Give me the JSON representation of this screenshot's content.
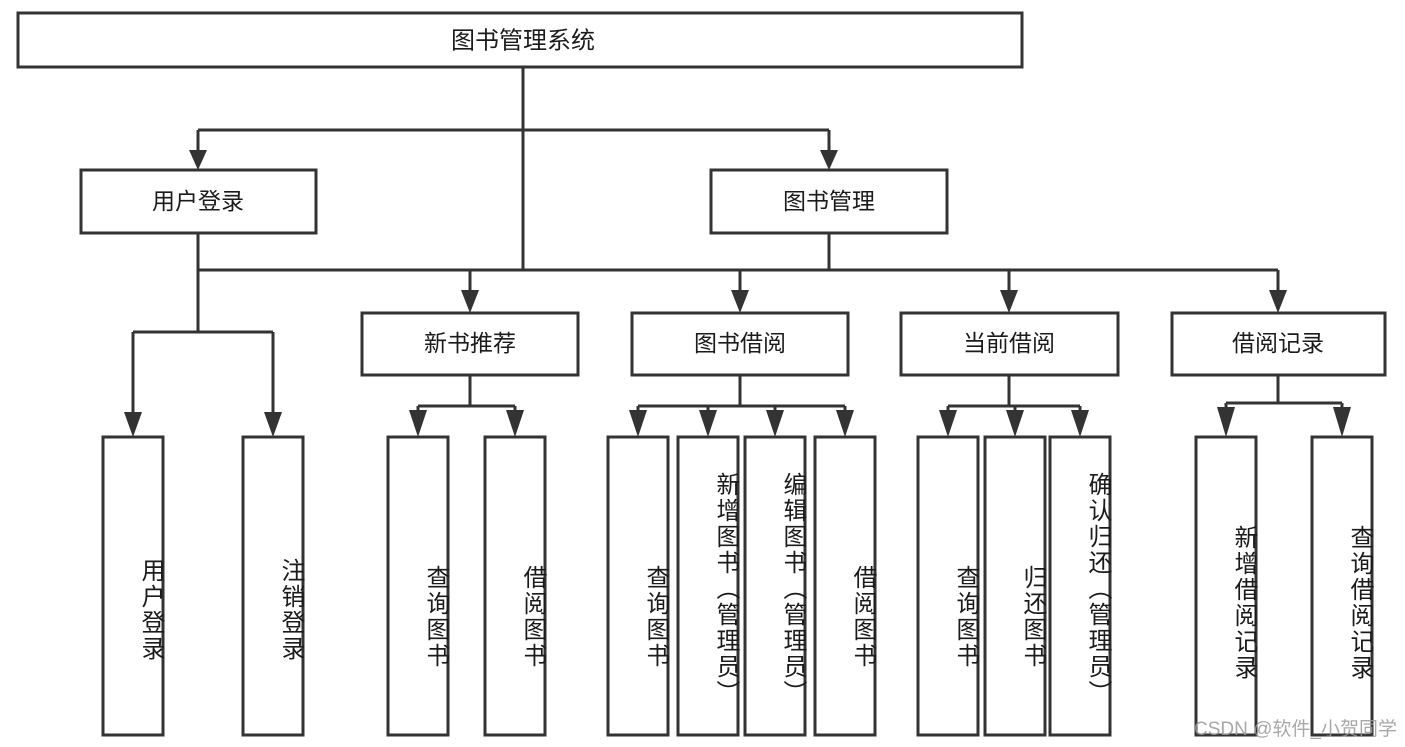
{
  "diagram": {
    "title": "图书管理系统",
    "type": "tree",
    "orientation": "top-down",
    "colors": {
      "box_fill": "#ffffff",
      "box_stroke": "#333333",
      "text": "#1b1b1b",
      "watermark": "#9a9a9a"
    },
    "levels": {
      "root": {
        "label": "图书管理系统"
      },
      "level2": [
        {
          "label": "用户登录"
        },
        {
          "label": "图书管理"
        }
      ],
      "level3": [
        {
          "label": "新书推荐"
        },
        {
          "label": "图书借阅"
        },
        {
          "label": "当前借阅"
        },
        {
          "label": "借阅记录"
        }
      ]
    },
    "groups": [
      {
        "parent": "用户登录",
        "leaves": [
          {
            "label": "用户登录"
          },
          {
            "label": "注销登录"
          }
        ]
      },
      {
        "parent": "新书推荐",
        "leaves": [
          {
            "label": "查询图书"
          },
          {
            "label": "借阅图书"
          }
        ]
      },
      {
        "parent": "图书借阅",
        "leaves": [
          {
            "label": "查询图书"
          },
          {
            "label": "新增图书（管理员）"
          },
          {
            "label": "编辑图书（管理员）"
          },
          {
            "label": "借阅图书"
          }
        ]
      },
      {
        "parent": "当前借阅",
        "leaves": [
          {
            "label": "查询图书"
          },
          {
            "label": "归还图书"
          },
          {
            "label": "确认归还（管理员）"
          }
        ]
      },
      {
        "parent": "借阅记录",
        "leaves": [
          {
            "label": "新增借阅记录"
          },
          {
            "label": "查询借阅记录"
          }
        ]
      }
    ]
  },
  "watermark": {
    "text": "CSDN @软件_小贺同学"
  }
}
